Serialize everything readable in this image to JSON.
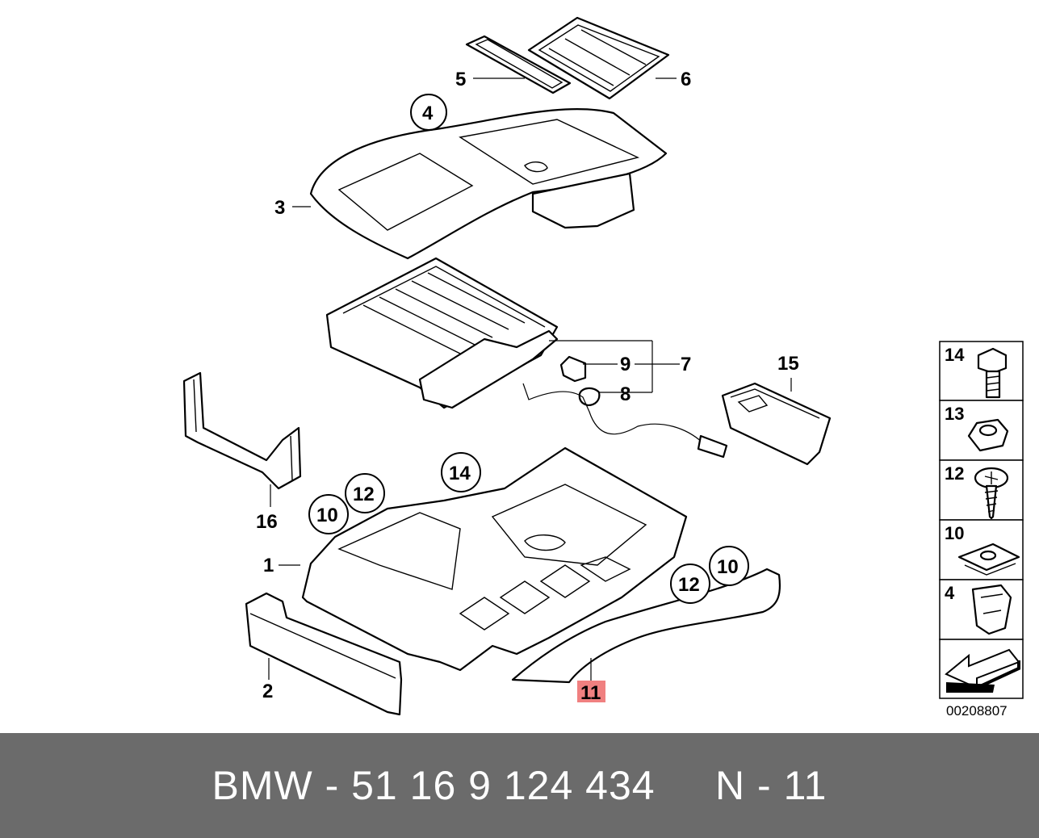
{
  "diagram": {
    "labels": {
      "l1": "1",
      "l2": "2",
      "l3": "3",
      "l4": "4",
      "l5": "5",
      "l6": "6",
      "l7": "7",
      "l8": "8",
      "l9": "9",
      "l10a": "10",
      "l10b": "10",
      "l11": "11",
      "l12a": "12",
      "l12b": "12",
      "l14": "14",
      "l15": "15",
      "l16": "16"
    },
    "highlight_color": "#f08080",
    "legend": {
      "items": [
        "14",
        "13",
        "12",
        "10",
        "4"
      ],
      "arrow_icon": "arrow-down-left-icon",
      "catalog_number": "00208807"
    }
  },
  "footer": {
    "text": "BMW - 51 16 9 124 434     N - 11",
    "background": "#6b6b6b"
  }
}
